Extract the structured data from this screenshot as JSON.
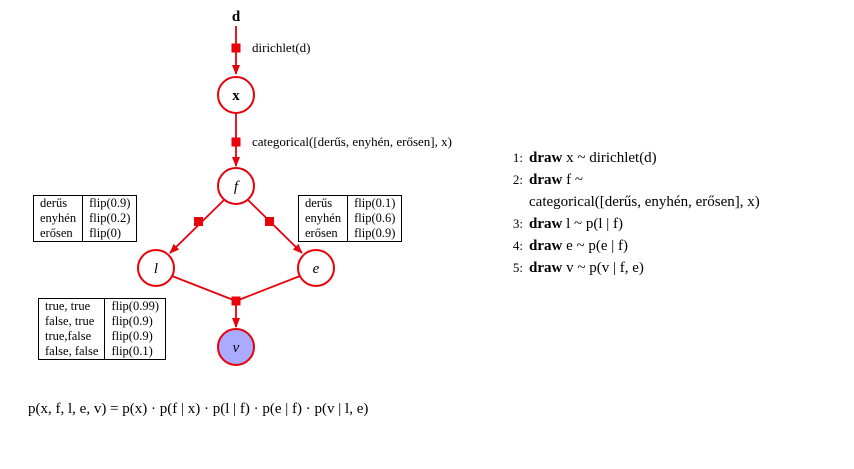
{
  "nodes": {
    "d": "d",
    "x": "x",
    "f": "f",
    "l": "l",
    "e": "e",
    "v": "v"
  },
  "edges": {
    "d_x": "dirichlet(d)",
    "x_f": "categorical([derűs, enyhén, erősen], x)"
  },
  "cpt_l": [
    {
      "key": "derűs",
      "value": "flip(0.9)"
    },
    {
      "key": "enyhén",
      "value": "flip(0.2)"
    },
    {
      "key": "erősen",
      "value": "flip(0)"
    }
  ],
  "cpt_e": [
    {
      "key": "derűs",
      "value": "flip(0.1)"
    },
    {
      "key": "enyhén",
      "value": "flip(0.6)"
    },
    {
      "key": "erősen",
      "value": "flip(0.9)"
    }
  ],
  "cpt_v": [
    {
      "key": "true, true",
      "value": "flip(0.99)"
    },
    {
      "key": "false, true",
      "value": "flip(0.9)"
    },
    {
      "key": "true,false",
      "value": "flip(0.9)"
    },
    {
      "key": "false, false",
      "value": "flip(0.1)"
    }
  ],
  "algorithm": [
    {
      "num": "1:",
      "keyword": "draw",
      "text": "x ~ dirichlet(d)"
    },
    {
      "num": "2:",
      "keyword": "draw",
      "text": "f ~",
      "continuation": "categorical([derűs, enyhén, erősen], x)"
    },
    {
      "num": "3:",
      "keyword": "draw",
      "text": "l ~ p(l | f)"
    },
    {
      "num": "4:",
      "keyword": "draw",
      "text": "e ~ p(e | f)"
    },
    {
      "num": "5:",
      "keyword": "draw",
      "text": "v ~ p(v | f, e)"
    }
  ],
  "formula": "p(x, f, l, e, v) = p(x) · p(f | x) · p(l | f) · p(e | f) · p(v | l, e)",
  "colors": {
    "accent": "#e8000b",
    "observed_fill": "#aaaaff",
    "node_fill": "#ffffff"
  }
}
